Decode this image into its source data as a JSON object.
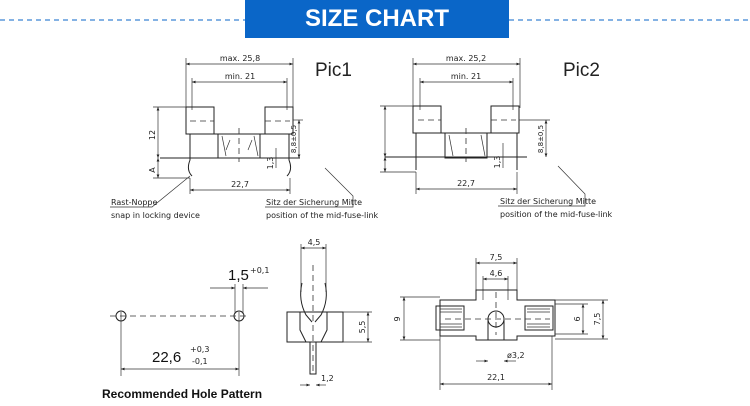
{
  "header": {
    "title": "SIZE CHART",
    "accent": "#0a66c8"
  },
  "pic1": {
    "label": "Pic1",
    "max": "max. 25,8",
    "min": "min. 21",
    "h12": "12",
    "hA": "A",
    "h88": "8,8±0,5",
    "h13": "1,3",
    "w227": "22,7",
    "note_left_de": "Rast-Noppe",
    "note_left_en": "snap in locking device",
    "note_right_de": "Sitz der Sicherung Mitte",
    "note_right_en": "position of the mid-fuse-link"
  },
  "pic2": {
    "label": "Pic2",
    "max": "max. 25,2",
    "min": "min. 21",
    "h88": "8,8±0,5",
    "h13": "1,3",
    "w227": "22,7",
    "note_right_de": "Sitz der Sicherung Mitte",
    "note_right_en": "position of the mid-fuse-link"
  },
  "hole_pattern": {
    "title": "Recommended Hole Pattern",
    "hole": "1,5",
    "hole_tol": "+0,1",
    "spacing": "22,6",
    "spacing_tol_plus": "+0,3",
    "spacing_tol_minus": "-0,1"
  },
  "side_view": {
    "width": "4,5",
    "height": "5,5",
    "pin": "1,2"
  },
  "top_view": {
    "outer": "7,5",
    "inner": "4,6",
    "h9": "9",
    "h6": "6",
    "h75": "7,5",
    "dia": "ø3,2",
    "length": "22,1"
  }
}
